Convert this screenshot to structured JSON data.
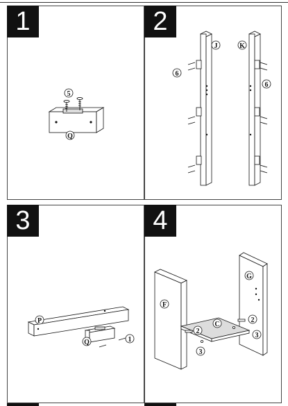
{
  "steps": [
    {
      "number": "1",
      "labels": {
        "screw": "5",
        "block": "Q"
      }
    },
    {
      "number": "2",
      "labels": {
        "left_post": "J",
        "right_post": "K",
        "screw_left": "6",
        "screw_right": "6"
      }
    },
    {
      "number": "3",
      "labels": {
        "rail": "P",
        "block": "Q",
        "screw": "1"
      }
    },
    {
      "number": "4",
      "labels": {
        "left_panel": "F",
        "right_panel": "G",
        "shelf": "C",
        "dowel_left": "2",
        "dowel_right": "2",
        "cam_left": "3",
        "cam_right": "3"
      }
    }
  ],
  "colors": {
    "ink": "#111111",
    "badge_bg": "#111111",
    "badge_text": "#ffffff"
  }
}
